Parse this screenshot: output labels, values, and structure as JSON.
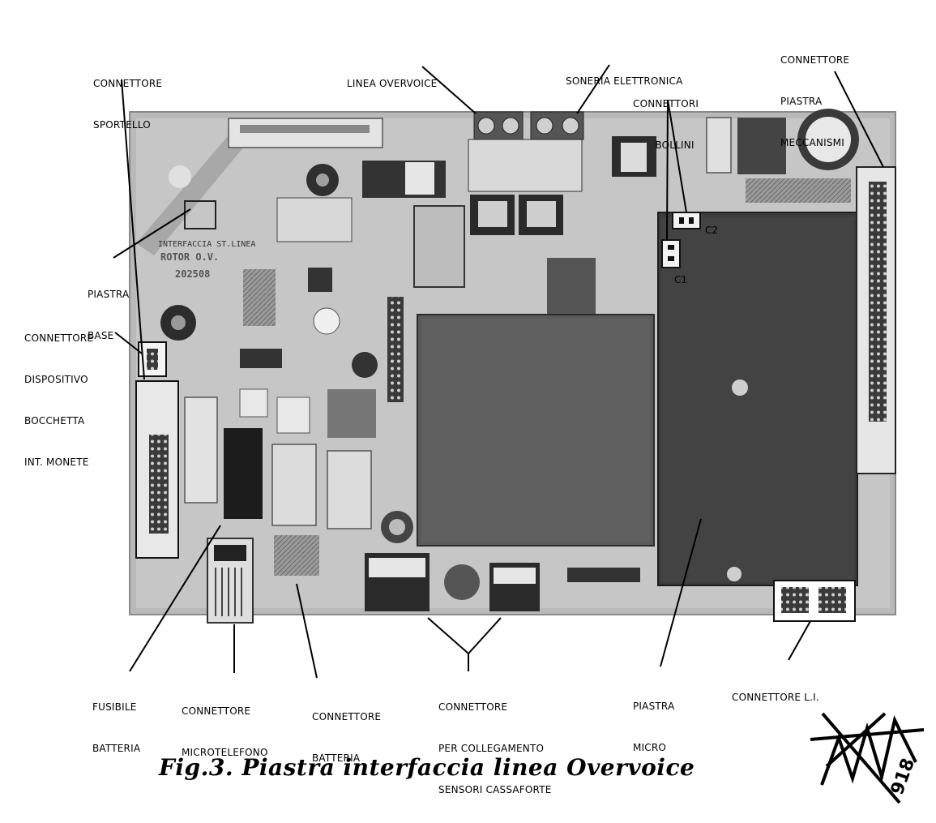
{
  "caption": "Fig.3. Piastra interfaccia linea Overvoice",
  "logo": {
    "text": "918"
  },
  "board": {
    "silkscreen": [
      "INTERFACCIA ST.LINEA",
      "ROTOR O.V.",
      "202508"
    ],
    "markings": {
      "c1": "C1",
      "c2": "C2"
    }
  },
  "labels": {
    "connettore_sportello": [
      "CONNETTORE",
      "SPORTELLO"
    ],
    "linea_overvoice": [
      "LINEA OVERVOICE"
    ],
    "soneria_elettronica": [
      "SONERIA ELETTRONICA"
    ],
    "connettori_bollini": [
      "CONNETTORI",
      "BOLLINI"
    ],
    "connettore_piastra_meccanismi": [
      "CONNETTORE",
      "PIASTRA",
      "MECCANISMI"
    ],
    "piastra_base": [
      "PIASTRA",
      "BASE"
    ],
    "connettore_dispositivo": [
      "CONNETTORE",
      "DISPOSITIVO",
      "BOCCHETTA",
      "INT. MONETE"
    ],
    "fusibile_batteria": [
      "FUSIBILE",
      "BATTERIA"
    ],
    "connettore_microtelefono": [
      "CONNETTORE",
      "MICROTELEFONO"
    ],
    "connettore_batteria": [
      "CONNETTORE",
      "BATTERIA"
    ],
    "connettore_sensori": [
      "CONNETTORE",
      "PER COLLEGAMENTO",
      "SENSORI CASSAFORTE"
    ],
    "piastra_micro": [
      "PIASTRA",
      "MICRO"
    ],
    "connettore_li": [
      "CONNETTORE L.I."
    ]
  }
}
